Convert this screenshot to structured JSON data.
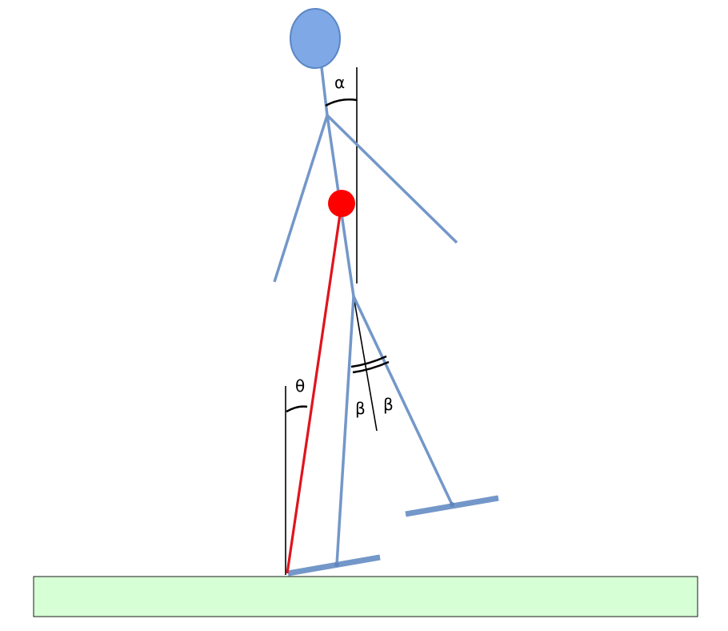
{
  "colors": {
    "body": "#7397c9",
    "head_fill": "#7ea8e6",
    "head_stroke": "#5b86c4",
    "center_of_mass": "#ff0000",
    "lean_line": "#e0141c",
    "ground_fill": "#d6ffd6",
    "reference_line": "#000000"
  },
  "labels": {
    "alpha": "α",
    "theta": "θ",
    "beta_inner": "β",
    "beta_outer": "β"
  }
}
